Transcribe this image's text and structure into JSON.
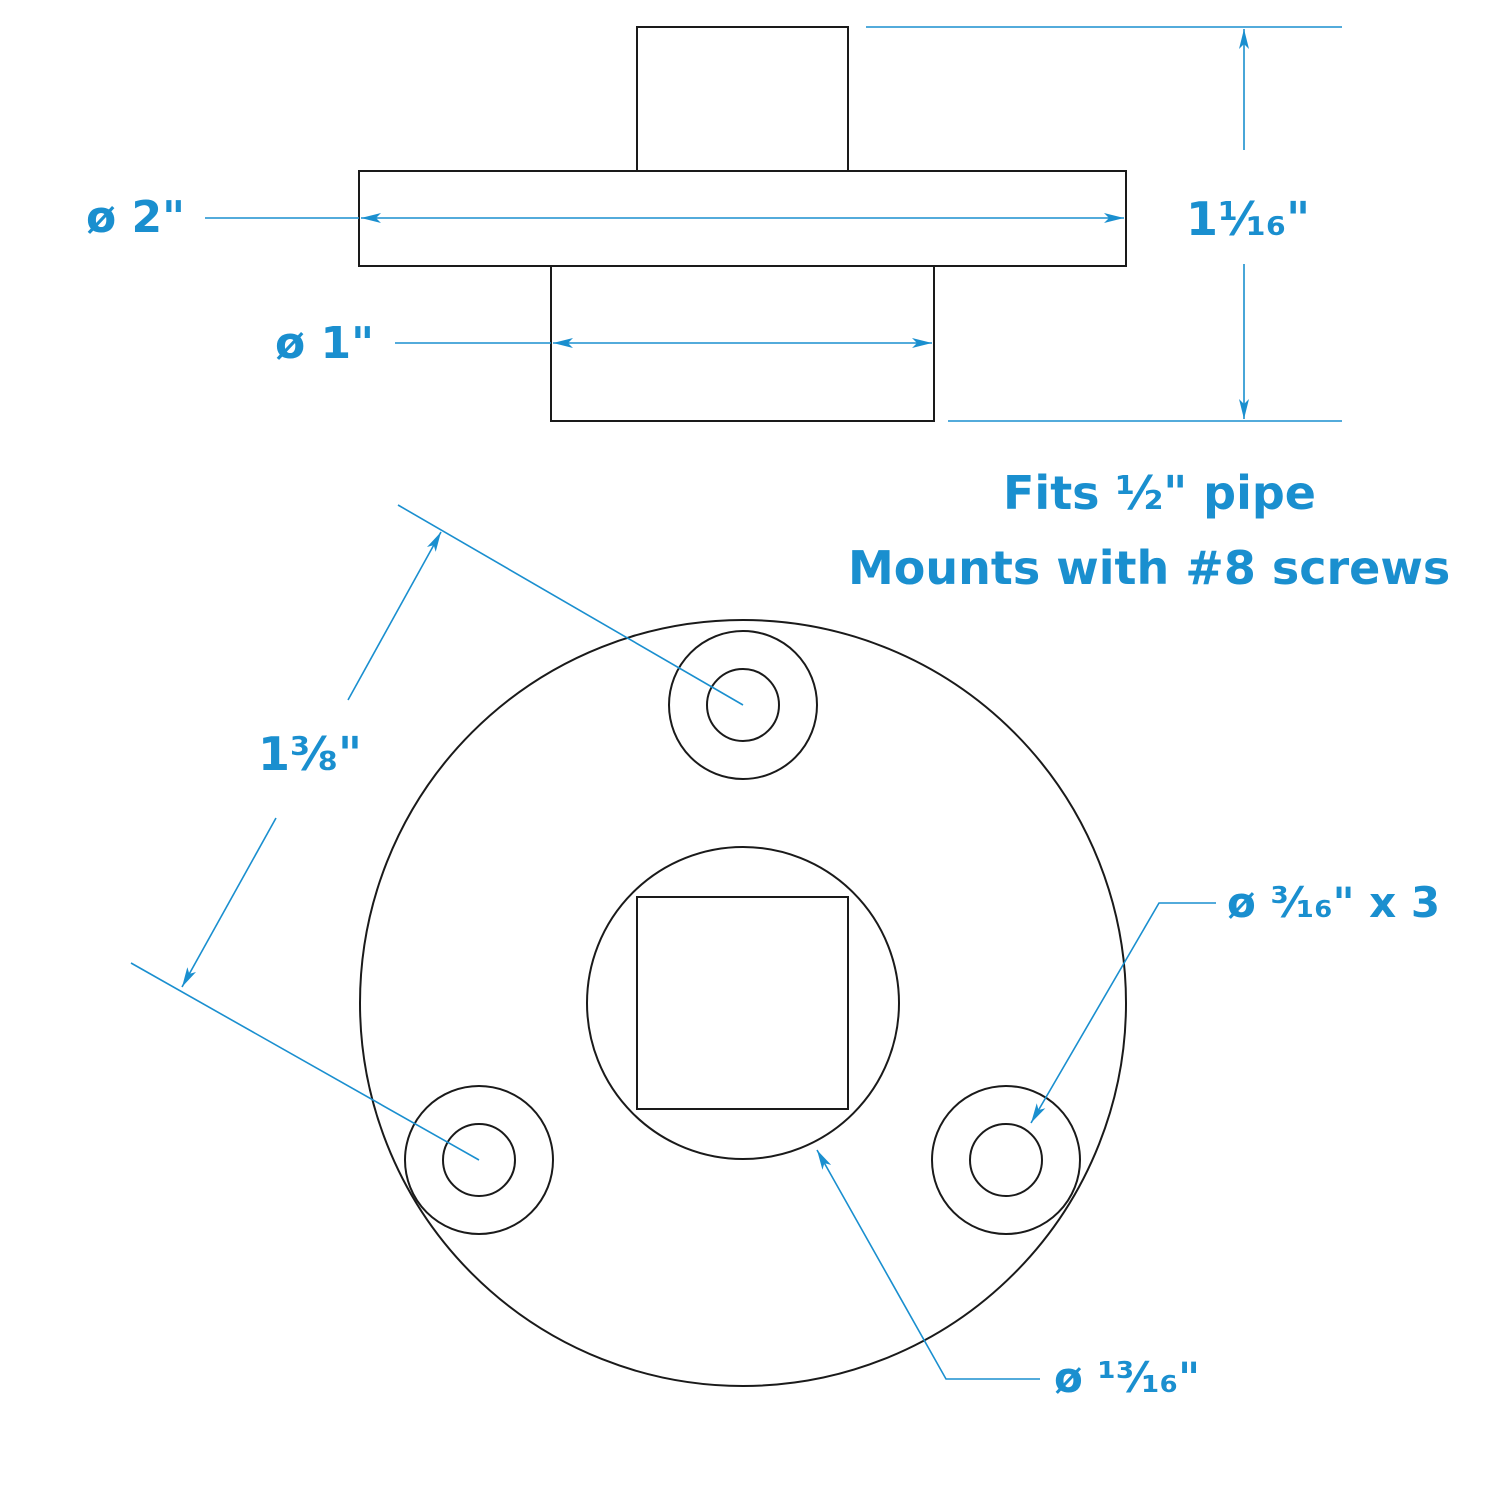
{
  "colors": {
    "dimension": "#1a8fcf",
    "outline": "#1a1a1a",
    "background": "#ffffff"
  },
  "side_view": {
    "flange_diameter": "ø 2\"",
    "spigot_diameter": "ø 1\"",
    "overall_height": "1¹⁄₁₆\""
  },
  "notes": {
    "pipe_fit": "Fits ½\" pipe",
    "mounting": "Mounts with #8 screws"
  },
  "top_view": {
    "hole_spacing": "1³⁄₈\"",
    "screw_hole_diameter": "ø ³⁄₁₆\" x 3",
    "bore_diameter": "ø ¹³⁄₁₆\""
  }
}
